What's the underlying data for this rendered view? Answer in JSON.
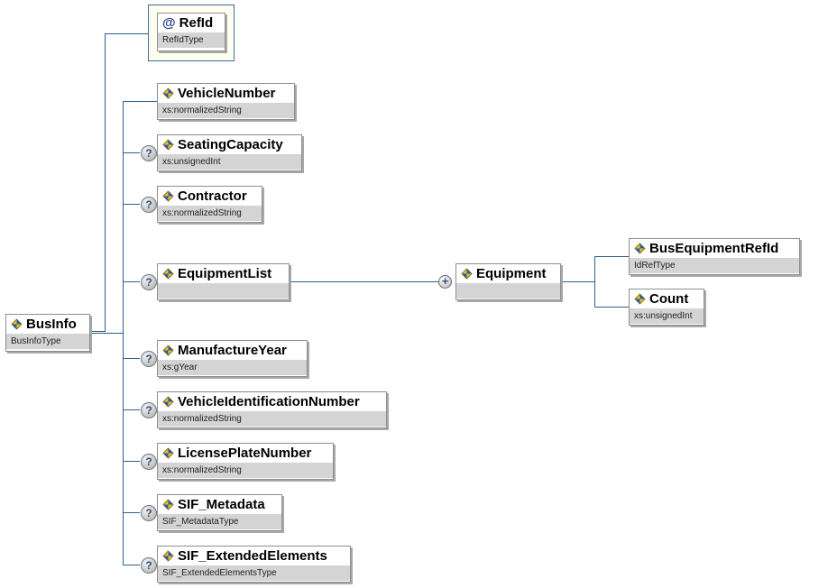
{
  "colors": {
    "connector": "#2f5f8f",
    "type_band": "#d4d4d4",
    "attribute_frame": "#3a6e9c",
    "attribute_bg": "#fffff0"
  },
  "root": {
    "name": "BusInfo",
    "type": "BusInfoType"
  },
  "attribute": {
    "name": "RefId",
    "type": "RefIdType",
    "icon": "at-sign-icon"
  },
  "children": [
    {
      "name": "VehicleNumber",
      "type": "xs:normalizedString",
      "optional": false
    },
    {
      "name": "SeatingCapacity",
      "type": "xs:unsignedInt",
      "optional": true
    },
    {
      "name": "Contractor",
      "type": "xs:normalizedString",
      "optional": true
    },
    {
      "name": "EquipmentList",
      "type": "",
      "optional": true
    },
    {
      "name": "ManufactureYear",
      "type": "xs:gYear",
      "optional": true
    },
    {
      "name": "VehicleIdentificationNumber",
      "type": "xs:normalizedString",
      "optional": true
    },
    {
      "name": "LicensePlateNumber",
      "type": "xs:normalizedString",
      "optional": true
    },
    {
      "name": "SIF_Metadata",
      "type": "SIF_MetadataType",
      "optional": true
    },
    {
      "name": "SIF_ExtendedElements",
      "type": "SIF_ExtendedElementsType",
      "optional": true
    }
  ],
  "equipment": {
    "name": "Equipment",
    "type": "",
    "children": [
      {
        "name": "BusEquipmentRefId",
        "type": "IdRefType"
      },
      {
        "name": "Count",
        "type": "xs:unsignedInt"
      }
    ]
  },
  "glyphs": {
    "optional": "?",
    "expand": "+",
    "attribute": "@"
  }
}
